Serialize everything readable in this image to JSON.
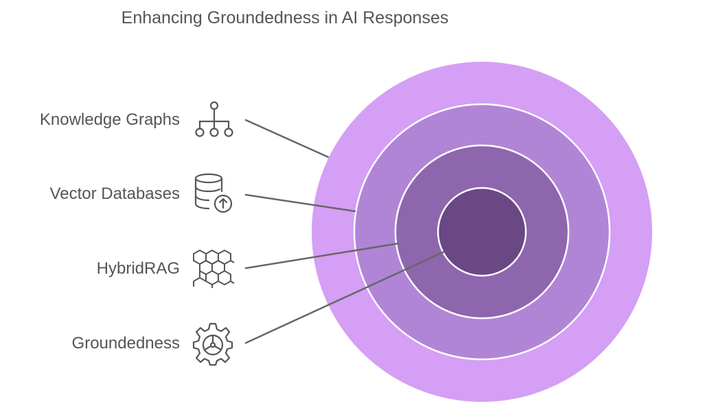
{
  "title": "Enhancing Groundedness in AI Responses",
  "layers": [
    {
      "label": "Knowledge Graphs",
      "icon": "hierarchy-icon",
      "color": "#d49ff4"
    },
    {
      "label": "Vector Databases",
      "icon": "database-upload-icon",
      "color": "#b185d6"
    },
    {
      "label": "HybridRAG",
      "icon": "hexagon-grid-icon",
      "color": "#8e66ad"
    },
    {
      "label": "Groundedness",
      "icon": "gear-icon",
      "color": "#6b4786"
    }
  ],
  "colors": {
    "text": "#555555",
    "connector": "#666666",
    "ring_border": "#ffffff"
  }
}
